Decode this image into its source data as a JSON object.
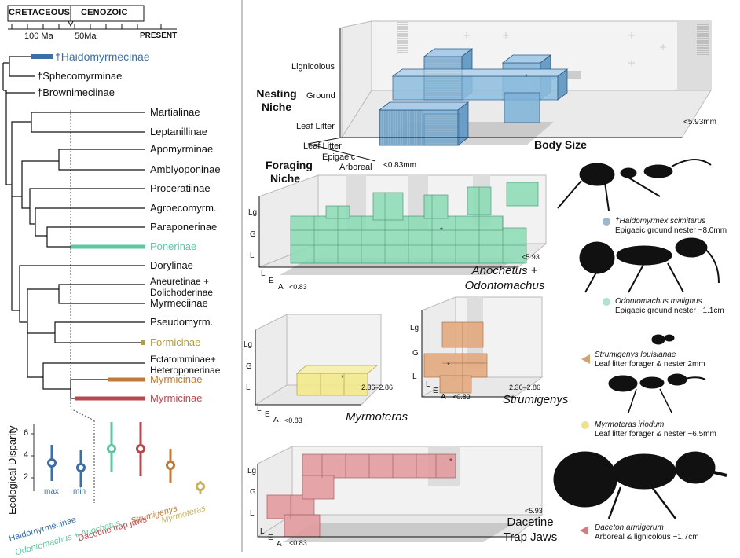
{
  "timescale": {
    "eras": [
      "CRETACEOUS",
      "CENOZOIC"
    ],
    "ticks": [
      "100 Ma",
      "50Ma",
      "PRESENT"
    ]
  },
  "taxa": [
    {
      "name": "†Haidomyrmecinae",
      "color": "#3b6fa8"
    },
    {
      "name": "†Sphecomyrminae",
      "color": "#111111"
    },
    {
      "name": "†Brownimeciinae",
      "color": "#111111"
    },
    {
      "name": "Martialinae",
      "color": "#111111"
    },
    {
      "name": "Leptanillinae",
      "color": "#111111"
    },
    {
      "name": "Apomyrminae",
      "color": "#111111"
    },
    {
      "name": "Amblyoponinae",
      "color": "#111111"
    },
    {
      "name": "Proceratiinae",
      "color": "#111111"
    },
    {
      "name": "Agroecomyrm.",
      "color": "#111111"
    },
    {
      "name": "Paraponerinae",
      "color": "#111111"
    },
    {
      "name": "Ponerinae",
      "color": "#5fc6a0"
    },
    {
      "name": "Dorylinae",
      "color": "#111111"
    },
    {
      "name": "Aneuretinae +",
      "color": "#111111"
    },
    {
      "name": "Dolichoderinae",
      "color": "#111111"
    },
    {
      "name": "Myrmeciinae",
      "color": "#111111"
    },
    {
      "name": "Pseudomyrm.",
      "color": "#111111"
    },
    {
      "name": "Formicinae",
      "color": "#b49a45"
    },
    {
      "name": "Ectatomminae+",
      "color": "#111111"
    },
    {
      "name": "Heteroponerinae",
      "color": "#111111"
    },
    {
      "name": "Myrmicinae",
      "color": "#c07a3a"
    },
    {
      "name": "Myrmicinae",
      "color": "#b8484f"
    }
  ],
  "disparity": {
    "ylabel": "Ecological Disparity",
    "yticks": [
      "2",
      "4",
      "6"
    ],
    "maxmin": [
      "max",
      "min"
    ],
    "groups": [
      {
        "name": "Haidomyrmecinae",
        "color": "#3b6fa8"
      },
      {
        "name": "Odontomachus + Anochetus",
        "color": "#5fc6a0"
      },
      {
        "name": "Dacetine trap jaws",
        "color": "#b8484f"
      },
      {
        "name": "Strumigenys",
        "color": "#c07a3a"
      },
      {
        "name": "Myrmoteras",
        "color": "#c9b35a"
      }
    ]
  },
  "main_cube": {
    "nesting_title": "Nesting Niche",
    "nesting_levels": [
      "Lignicolous",
      "Ground",
      "Leaf Litter"
    ],
    "foraging_title": "Foraging Niche",
    "foraging_levels": [
      "Leaf Litter",
      "Epigaeic",
      "Arboreal"
    ],
    "bodysize_title": "Body Size",
    "size_min": "<0.83mm",
    "size_max": "<5.93mm"
  },
  "panels": {
    "odonto": {
      "title": "Anochetus + Odontomachus",
      "ylevels": [
        "Lg",
        "G",
        "L"
      ],
      "xlevels": [
        "L",
        "E",
        "A"
      ],
      "size_min": "<0.83",
      "size_max": "<5.93"
    },
    "myrmoteras": {
      "title": "Myrmoteras",
      "ylevels": [
        "Lg",
        "G",
        "L"
      ],
      "xlevels": [
        "L",
        "E",
        "A"
      ],
      "size_min": "<0.83",
      "size_max": "2.36–2.86"
    },
    "strumigenys": {
      "title": "Strumigenys",
      "ylevels": [
        "Lg",
        "G",
        "L"
      ],
      "xlevels": [
        "L",
        "E",
        "A"
      ],
      "size_min": "<0.83",
      "size_max": "2.36–2.86"
    },
    "dacetine": {
      "title": "Dacetine Trap Jaws",
      "ylevels": [
        "Lg",
        "G",
        "L"
      ],
      "xlevels": [
        "L",
        "E",
        "A"
      ],
      "size_min": "<0.83",
      "size_max": "<5.93"
    }
  },
  "species": [
    {
      "name": "†Haidomyrmex scimitarus",
      "desc": "Epigaeic ground nester ~8.0mm",
      "color": "#3b6fa8"
    },
    {
      "name": "Odontomachus malignus",
      "desc": "Epigaeic ground nester ~1.1cm",
      "color": "#5fc6a0"
    },
    {
      "name": "Strumigenys louisianae",
      "desc": "Leaf litter forager & nester 2mm",
      "color": "#c07a3a"
    },
    {
      "name": "Myrmoteras iriodum",
      "desc": "Leaf litter forager & nester ~6.5mm",
      "color": "#e5d65a"
    },
    {
      "name": "Daceton armigerum",
      "desc": "Arboreal & lignicolous ~1.7cm",
      "color": "#b8484f"
    }
  ]
}
